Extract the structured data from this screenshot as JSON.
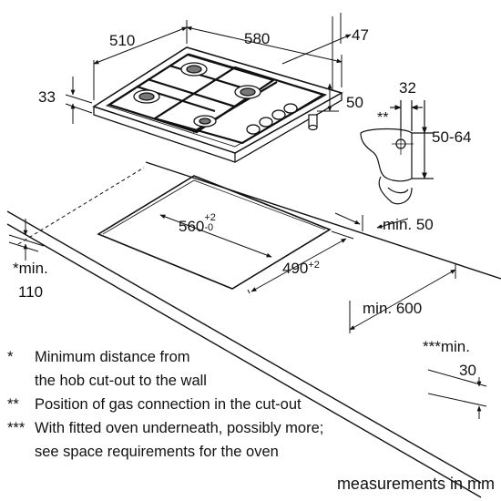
{
  "hob": {
    "depth_dim": "510",
    "width_dim": "580",
    "side_offset_dim": "47",
    "height_dim": "33",
    "connection_offset_dim": "50"
  },
  "gas_connection": {
    "marker": "**",
    "width_dim": "32",
    "height_dim": "50-64"
  },
  "cutout": {
    "width_base": "560",
    "width_plus": "+2",
    "width_minus": "-0",
    "depth_base": "490",
    "depth_plus": "+2",
    "wall_gap": "min. 50",
    "wall_clearance_marker": "*",
    "wall_clearance_label": "min.",
    "wall_clearance_value": "110",
    "front_clearance": "min. 600",
    "oven_marker": "***",
    "oven_label": "min.",
    "oven_value": "30"
  },
  "notes": [
    {
      "mark": "*",
      "lines": [
        "Minimum distance from",
        "the hob cut-out to the wall"
      ]
    },
    {
      "mark": "**",
      "lines": [
        "Position of gas connection in the cut-out"
      ]
    },
    {
      "mark": "***",
      "lines": [
        "With fitted oven underneath, possibly more;",
        "see space requirements for the oven"
      ]
    }
  ],
  "footer": "measurements in mm"
}
